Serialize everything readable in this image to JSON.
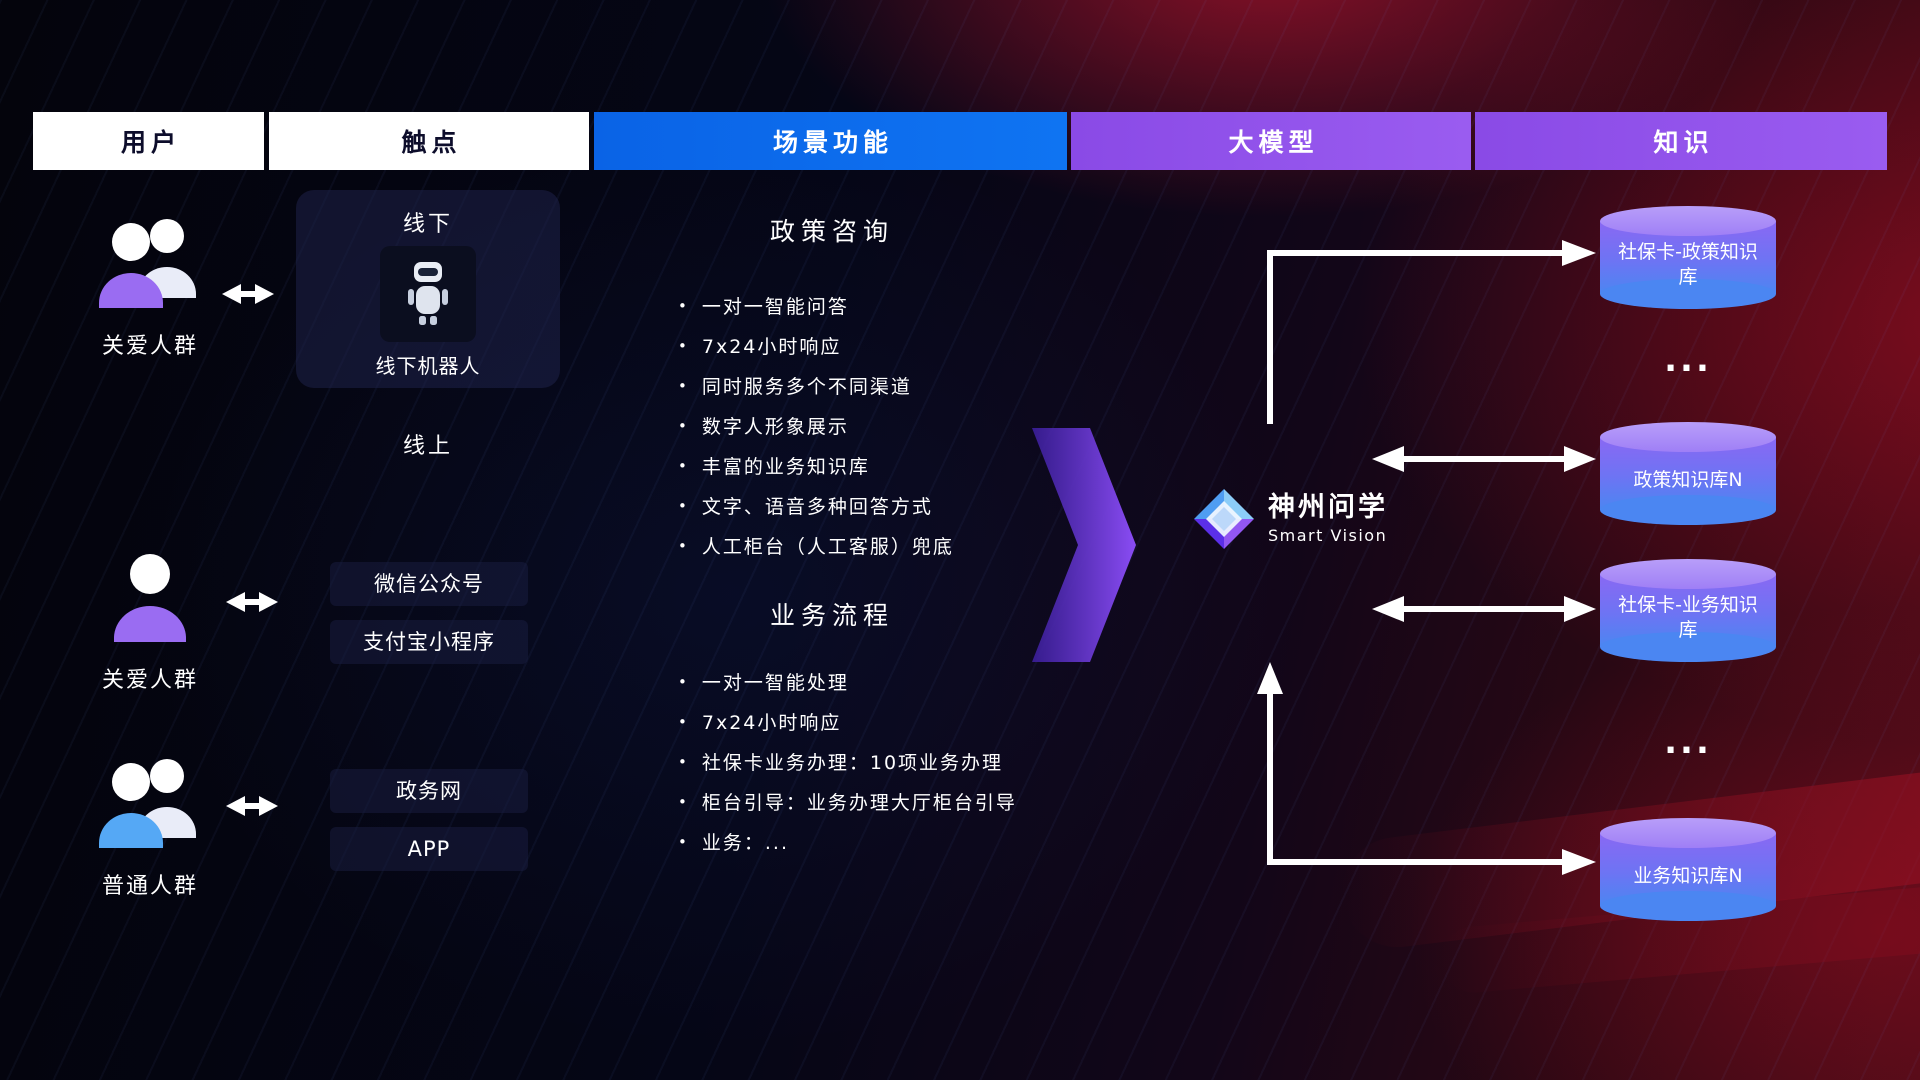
{
  "headers": [
    {
      "label": "用户",
      "variant": "white"
    },
    {
      "label": "触点",
      "variant": "white"
    },
    {
      "label": "场景功能",
      "variant": "blue"
    },
    {
      "label": "大模型",
      "variant": "purple"
    },
    {
      "label": "知识",
      "variant": "purple"
    }
  ],
  "users": [
    {
      "label": "关爱人群",
      "icon": "group-people-icon",
      "color": "#9a6cf2"
    },
    {
      "label": "关爱人群",
      "icon": "person-icon",
      "color": "#9a6cf2"
    },
    {
      "label": "普通人群",
      "icon": "group-people-icon",
      "color": "#55a8f5"
    }
  ],
  "touchpoints": {
    "offline_title": "线下",
    "offline_robot_label": "线下机器人",
    "online_title": "线上",
    "channels": [
      "微信公众号",
      "支付宝小程序",
      "政务网",
      "APP"
    ]
  },
  "scene": {
    "policy": {
      "title": "政策咨询",
      "bullets": [
        "一对一智能问答",
        "7x24小时响应",
        "同时服务多个不同渠道",
        "数字人形象展示",
        "丰富的业务知识库",
        "文字、语音多种回答方式",
        "人工柜台（人工客服）兜底"
      ]
    },
    "business": {
      "title": "业务流程",
      "bullets": [
        "一对一智能处理",
        "7x24小时响应",
        "社保卡业务办理：10项业务办理",
        "柜台引导：业务办理大厅柜台引导",
        "业务：..."
      ]
    }
  },
  "model": {
    "name": "神州问学",
    "subtitle": "Smart Vision",
    "logo_icon": "diamond-gem-icon"
  },
  "knowledge": {
    "items": [
      {
        "type": "database",
        "label": "社保卡-政策知识库"
      },
      {
        "type": "ellipsis",
        "label": "..."
      },
      {
        "type": "database",
        "label": "政策知识库N"
      },
      {
        "type": "database",
        "label": "社保卡-业务知识库"
      },
      {
        "type": "ellipsis",
        "label": "..."
      },
      {
        "type": "database",
        "label": "业务知识库N"
      }
    ]
  },
  "icons": {
    "group_people": "group-people-icon",
    "person": "person-icon",
    "robot": "robot-icon",
    "logo": "diamond-gem-icon",
    "double_arrow": "double-headed-arrow-icon",
    "flow_arrow": "chevron-flow-arrow-icon",
    "database": "database-cylinder-icon"
  },
  "colors": {
    "header_blue": "#0b6ef0",
    "header_purple": "#9355e8",
    "purple_user": "#9a6cf2",
    "blue_user": "#55a8f5",
    "flow_arrow_purple": "#7b3cf0",
    "cylinder_top": "#ab8bf8",
    "cylinder_bottom": "#4b86f2",
    "background_red": "#8f0f22",
    "arrow_white": "#ffffff"
  }
}
